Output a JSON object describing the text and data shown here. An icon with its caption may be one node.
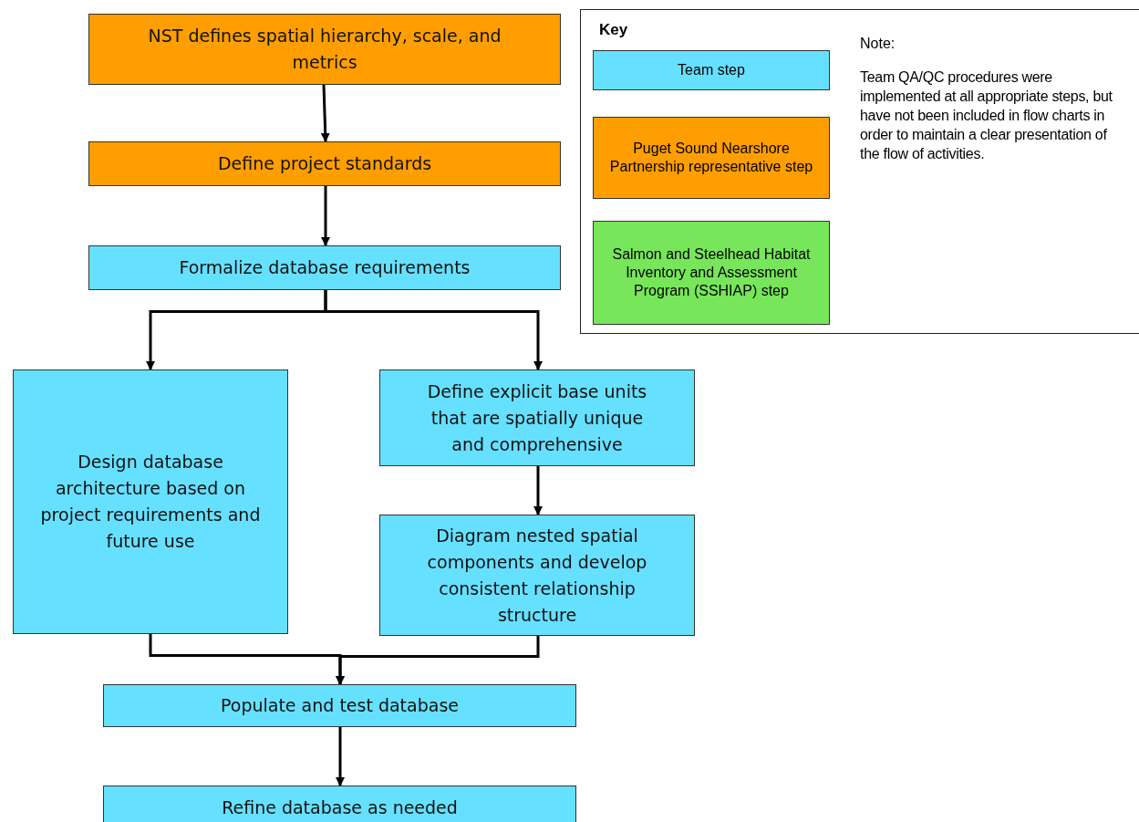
{
  "diagram": {
    "nodes": [
      {
        "text": [
          "NST defines spatial hierarchy, scale, and metrics"
        ]
      },
      {
        "text": [
          "Define project standards"
        ]
      },
      {
        "text": [
          "Formalize database requirements"
        ]
      },
      {
        "text": [
          "Design database architecture based on project requirements and future use"
        ]
      },
      {
        "text": [
          "Define explicit base units that are spatially unique and comprehensive"
        ]
      },
      {
        "text": [
          "Diagram nested spatial components and develop consistent relationship structure"
        ]
      },
      {
        "text": [
          "Populate and test database"
        ]
      },
      {
        "text": [
          "Refine database as needed"
        ]
      }
    ],
    "edges": [
      {
        "from": 0,
        "to": 1,
        "arrow": "to"
      },
      {
        "from": 1,
        "to": 2,
        "arrow": "to"
      },
      {
        "from": 2,
        "to": 3,
        "arrow": "to"
      },
      {
        "from": 2,
        "to": 4,
        "arrow": "to"
      },
      {
        "from": 4,
        "to": 5,
        "arrow": "to"
      },
      {
        "from": 3,
        "to": 6,
        "arrow": "to"
      },
      {
        "from": 5,
        "to": 6,
        "arrow": "to"
      },
      {
        "from": 6,
        "to": 7,
        "arrow": "to"
      }
    ],
    "labels": [
      "Key",
      "Note:",
      "Team QA/QC procedures were implemented at all appropriate steps, but have not been included in flow charts in order to maintain a clear presentation of the flow of activities."
    ],
    "legend": [
      {
        "text": "Team step",
        "color": "#66e0ff"
      },
      {
        "text": "Puget Sound Nearshore Partnership representative step",
        "color": "#ff9e00"
      },
      {
        "text": "Salmon and Steelhead Habitat Inventory and Assessment Program (SSHIAP) step",
        "color": "#77e65a"
      }
    ]
  }
}
